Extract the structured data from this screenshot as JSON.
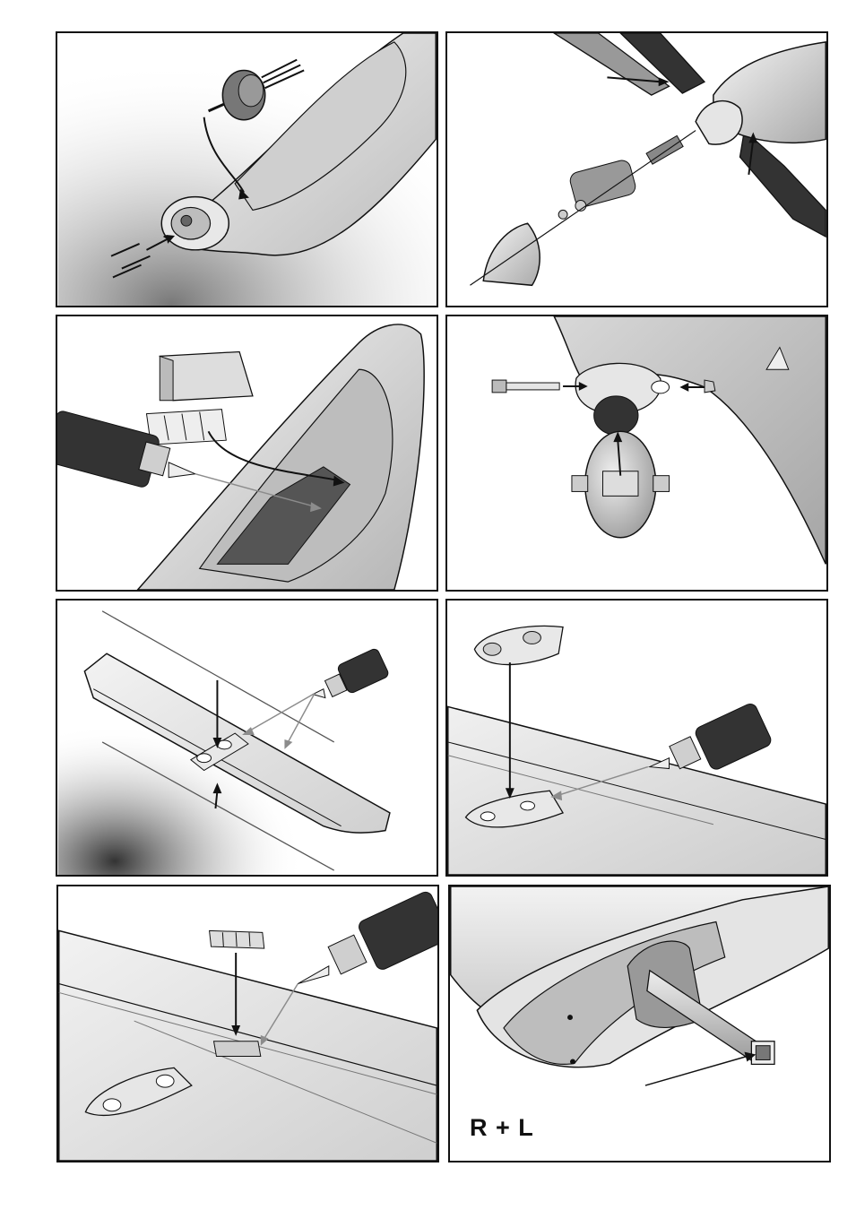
{
  "panels": [
    {
      "step": "motor-installation"
    },
    {
      "step": "propeller-spinner-assembly"
    },
    {
      "step": "receiver-tray-gluing"
    },
    {
      "step": "tail-wheel-mounting"
    },
    {
      "step": "aileron-hinge-gluing"
    },
    {
      "step": "control-horn-gluing"
    },
    {
      "step": "hinge-gluing"
    },
    {
      "step": "wing-joiner-tube",
      "caption": "R + L"
    }
  ],
  "colors": {
    "line": "#111111",
    "fill": "#d9d9d9",
    "shadow": "#8a8a8a",
    "arrow_grey": "#8c8c8c"
  },
  "icons": [
    "glue-tube-icon",
    "arrow-icon",
    "screw-icon"
  ]
}
